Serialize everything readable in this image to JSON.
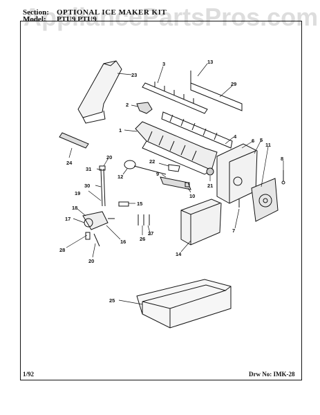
{
  "header": {
    "section_label": "Section:",
    "section_title": "OPTIONAL ICE MAKER KIT",
    "model_label": "Model:",
    "model_value": "PTU9 PTU9"
  },
  "watermark": "AppliancePartsPros.com",
  "footer": {
    "date": "1/92",
    "drawing_no": "Drw No: IMK-28"
  },
  "callouts": [
    "23",
    "3",
    "13",
    "29",
    "2",
    "1",
    "4",
    "6",
    "5",
    "11",
    "8",
    "24",
    "22",
    "20",
    "31",
    "12",
    "9",
    "21",
    "10",
    "30",
    "19",
    "15",
    "18",
    "17",
    "26",
    "27",
    "16",
    "28",
    "20",
    "14",
    "7",
    "25"
  ]
}
